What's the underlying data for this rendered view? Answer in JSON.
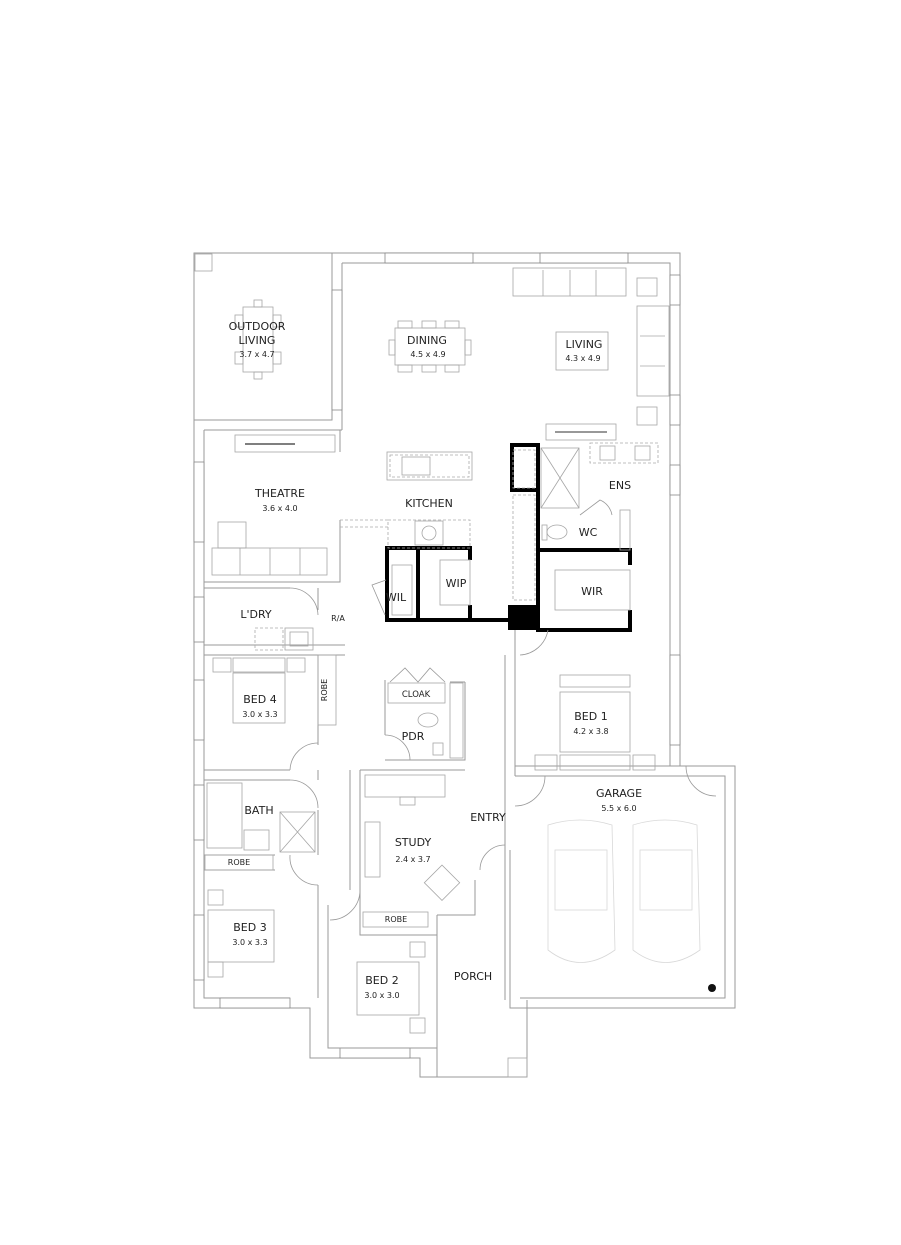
{
  "plan": {
    "rooms": [
      {
        "id": "outdoor-living",
        "name_line1": "OUTDOOR",
        "name_line2": "LIVING",
        "size": "3.7 x 4.7"
      },
      {
        "id": "dining",
        "name": "DINING",
        "size": "4.5 x 4.9"
      },
      {
        "id": "living",
        "name": "LIVING",
        "size": "4.3 x 4.9"
      },
      {
        "id": "theatre",
        "name": "THEATRE",
        "size": "3.6 x 4.0"
      },
      {
        "id": "kitchen",
        "name": "KITCHEN"
      },
      {
        "id": "ens",
        "name": "ENS"
      },
      {
        "id": "wc",
        "name": "WC"
      },
      {
        "id": "wil",
        "name": "WIL"
      },
      {
        "id": "wip",
        "name": "WIP"
      },
      {
        "id": "wir",
        "name": "WIR"
      },
      {
        "id": "ldry",
        "name": "L'DRY"
      },
      {
        "id": "ra",
        "name": "R/A"
      },
      {
        "id": "bed4",
        "name": "BED 4",
        "size": "3.0 x 3.3"
      },
      {
        "id": "robe-bed4",
        "name": "ROBE"
      },
      {
        "id": "cloak",
        "name": "CLOAK"
      },
      {
        "id": "pdr",
        "name": "PDR"
      },
      {
        "id": "bed1",
        "name": "BED 1",
        "size": "4.2 x 3.8"
      },
      {
        "id": "bath",
        "name": "BATH"
      },
      {
        "id": "robe-bed3",
        "name": "ROBE"
      },
      {
        "id": "study",
        "name": "STUDY",
        "size": "2.4 x 3.7"
      },
      {
        "id": "robe-bed2",
        "name": "ROBE"
      },
      {
        "id": "entry",
        "name": "ENTRY"
      },
      {
        "id": "garage",
        "name": "GARAGE",
        "size": "5.5 x 6.0"
      },
      {
        "id": "bed3",
        "name": "BED 3",
        "size": "3.0 x 3.3"
      },
      {
        "id": "bed2",
        "name": "BED 2",
        "size": "3.0 x 3.0"
      },
      {
        "id": "porch",
        "name": "PORCH"
      }
    ]
  }
}
